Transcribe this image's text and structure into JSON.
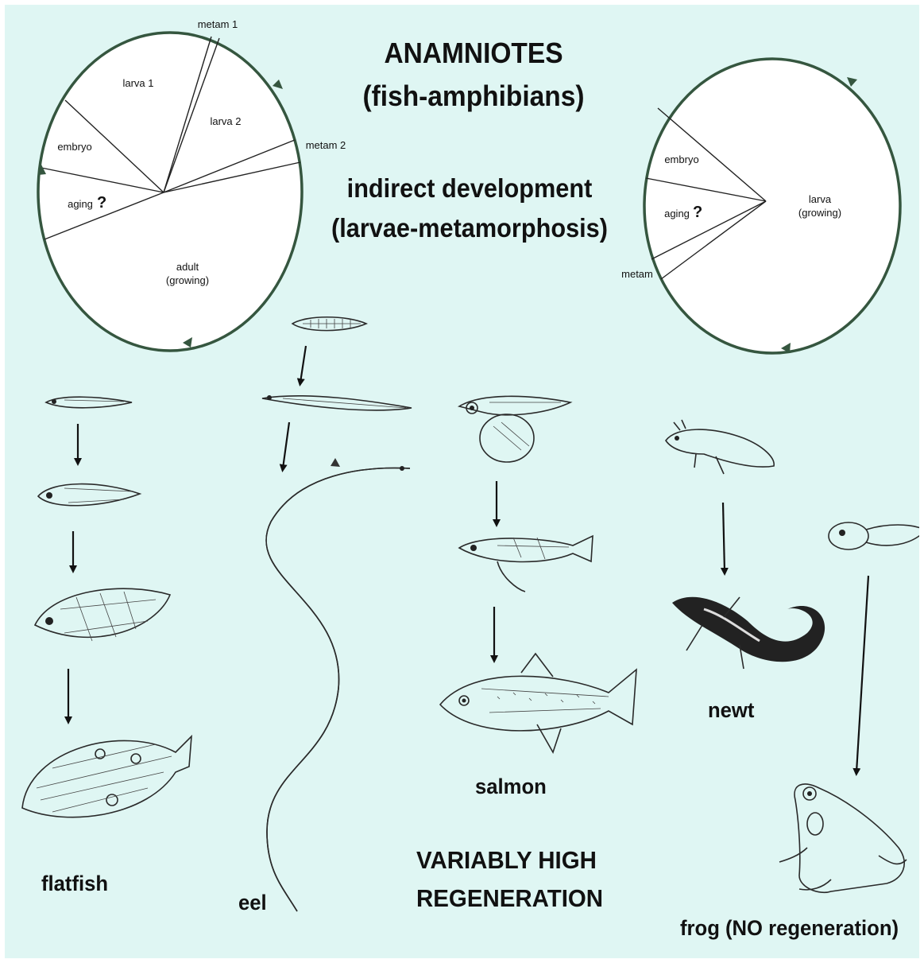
{
  "header": {
    "title": "ANAMNIOTES",
    "subtitle": "(fish-amphibians)",
    "dev_line1": "indirect development",
    "dev_line2": "(larvae-metamorphosis)"
  },
  "left_cycle": {
    "labels": {
      "metam1": "metam 1",
      "larva1": "larva 1",
      "larva2": "larva 2",
      "metam2": "metam 2",
      "embryo": "embryo",
      "aging": "aging",
      "aging_q": "?",
      "adult": "adult",
      "adult_sub": "(growing)"
    }
  },
  "right_cycle": {
    "labels": {
      "embryo": "embryo",
      "aging": "aging",
      "aging_q": "?",
      "larva": "larva",
      "larva_sub": "(growing)",
      "metam": "metam"
    }
  },
  "animals": {
    "flatfish": "flatfish",
    "eel": "eel",
    "salmon": "salmon",
    "newt": "newt",
    "frog": "frog (NO regeneration)"
  },
  "footer": {
    "line1": "VARIABLY HIGH",
    "line2": "REGENERATION"
  },
  "colors": {
    "background": "#dff6f3",
    "cycle_stroke": "#35563f",
    "ink": "#2a2a2a"
  }
}
